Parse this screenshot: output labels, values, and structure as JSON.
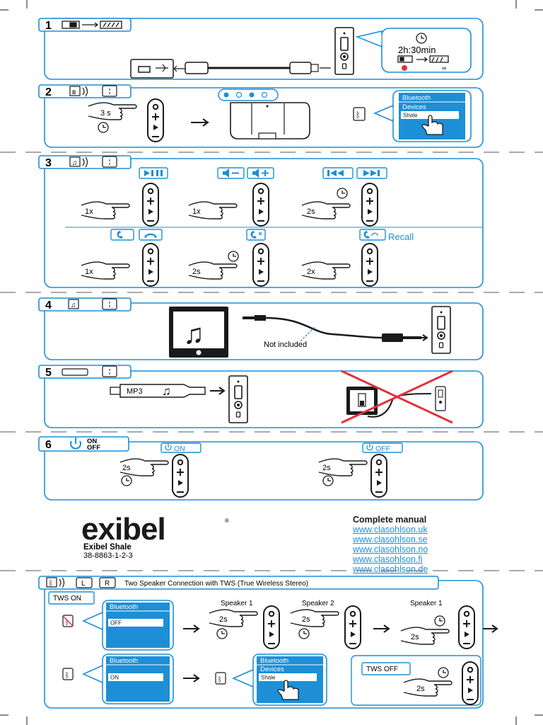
{
  "sections": {
    "s1": {
      "number": "1",
      "timer": "2h:30min"
    },
    "s2": {
      "number": "2",
      "press_time": "3 s",
      "bt_panel": {
        "title": "Bluetooth",
        "devices": "Devices",
        "item": "Shale"
      }
    },
    "s3": {
      "number": "3",
      "press_a": "1x",
      "press_b": "1x",
      "press_c": "2s",
      "press_d": "1x",
      "press_e": "2s",
      "press_f": "2x",
      "recall": "Recall"
    },
    "s4": {
      "number": "4",
      "not_included": "Not included"
    },
    "s5": {
      "number": "5",
      "mp3": "MP3"
    },
    "s6": {
      "number": "6",
      "on_off_top": "ON",
      "on_off_bottom": "OFF",
      "on_label": "ON",
      "off_label": "OFF",
      "press_on": "2s",
      "press_off": "2s"
    }
  },
  "brand": {
    "logo": "exibel",
    "product": "Exibel Shale",
    "article": "38-8863-1-2-3"
  },
  "manual": {
    "heading": "Complete manual",
    "links": [
      "www.clasohlson.uk",
      "www.clasohlson.se",
      "www.clasohlson.no",
      "www.clasohlson.fi",
      "www.clasohlson.de"
    ]
  },
  "tws": {
    "key_l": "L",
    "key_r": "R",
    "title": "Two Speaker Connection with TWS (True Wireless Stereo)",
    "tws_on": "TWS ON",
    "tws_off": "TWS OFF",
    "panel_off": {
      "title": "Bluetooth",
      "value": "OFF"
    },
    "panel_on": {
      "title": "Bluetooth",
      "value": "ON"
    },
    "panel_dev": {
      "title": "Bluetooth",
      "devices": "Devices",
      "item": "Shale"
    },
    "speaker1": "Speaker 1",
    "speaker2": "Speaker 2",
    "speaker1b": "Speaker 1",
    "press_1": "2s",
    "press_2": "2s",
    "press_3": "2s",
    "press_4": "2s"
  },
  "colors": {
    "accent": "#1d8fd6",
    "cross": "#e2303a",
    "ink": "#1a1a1a"
  }
}
